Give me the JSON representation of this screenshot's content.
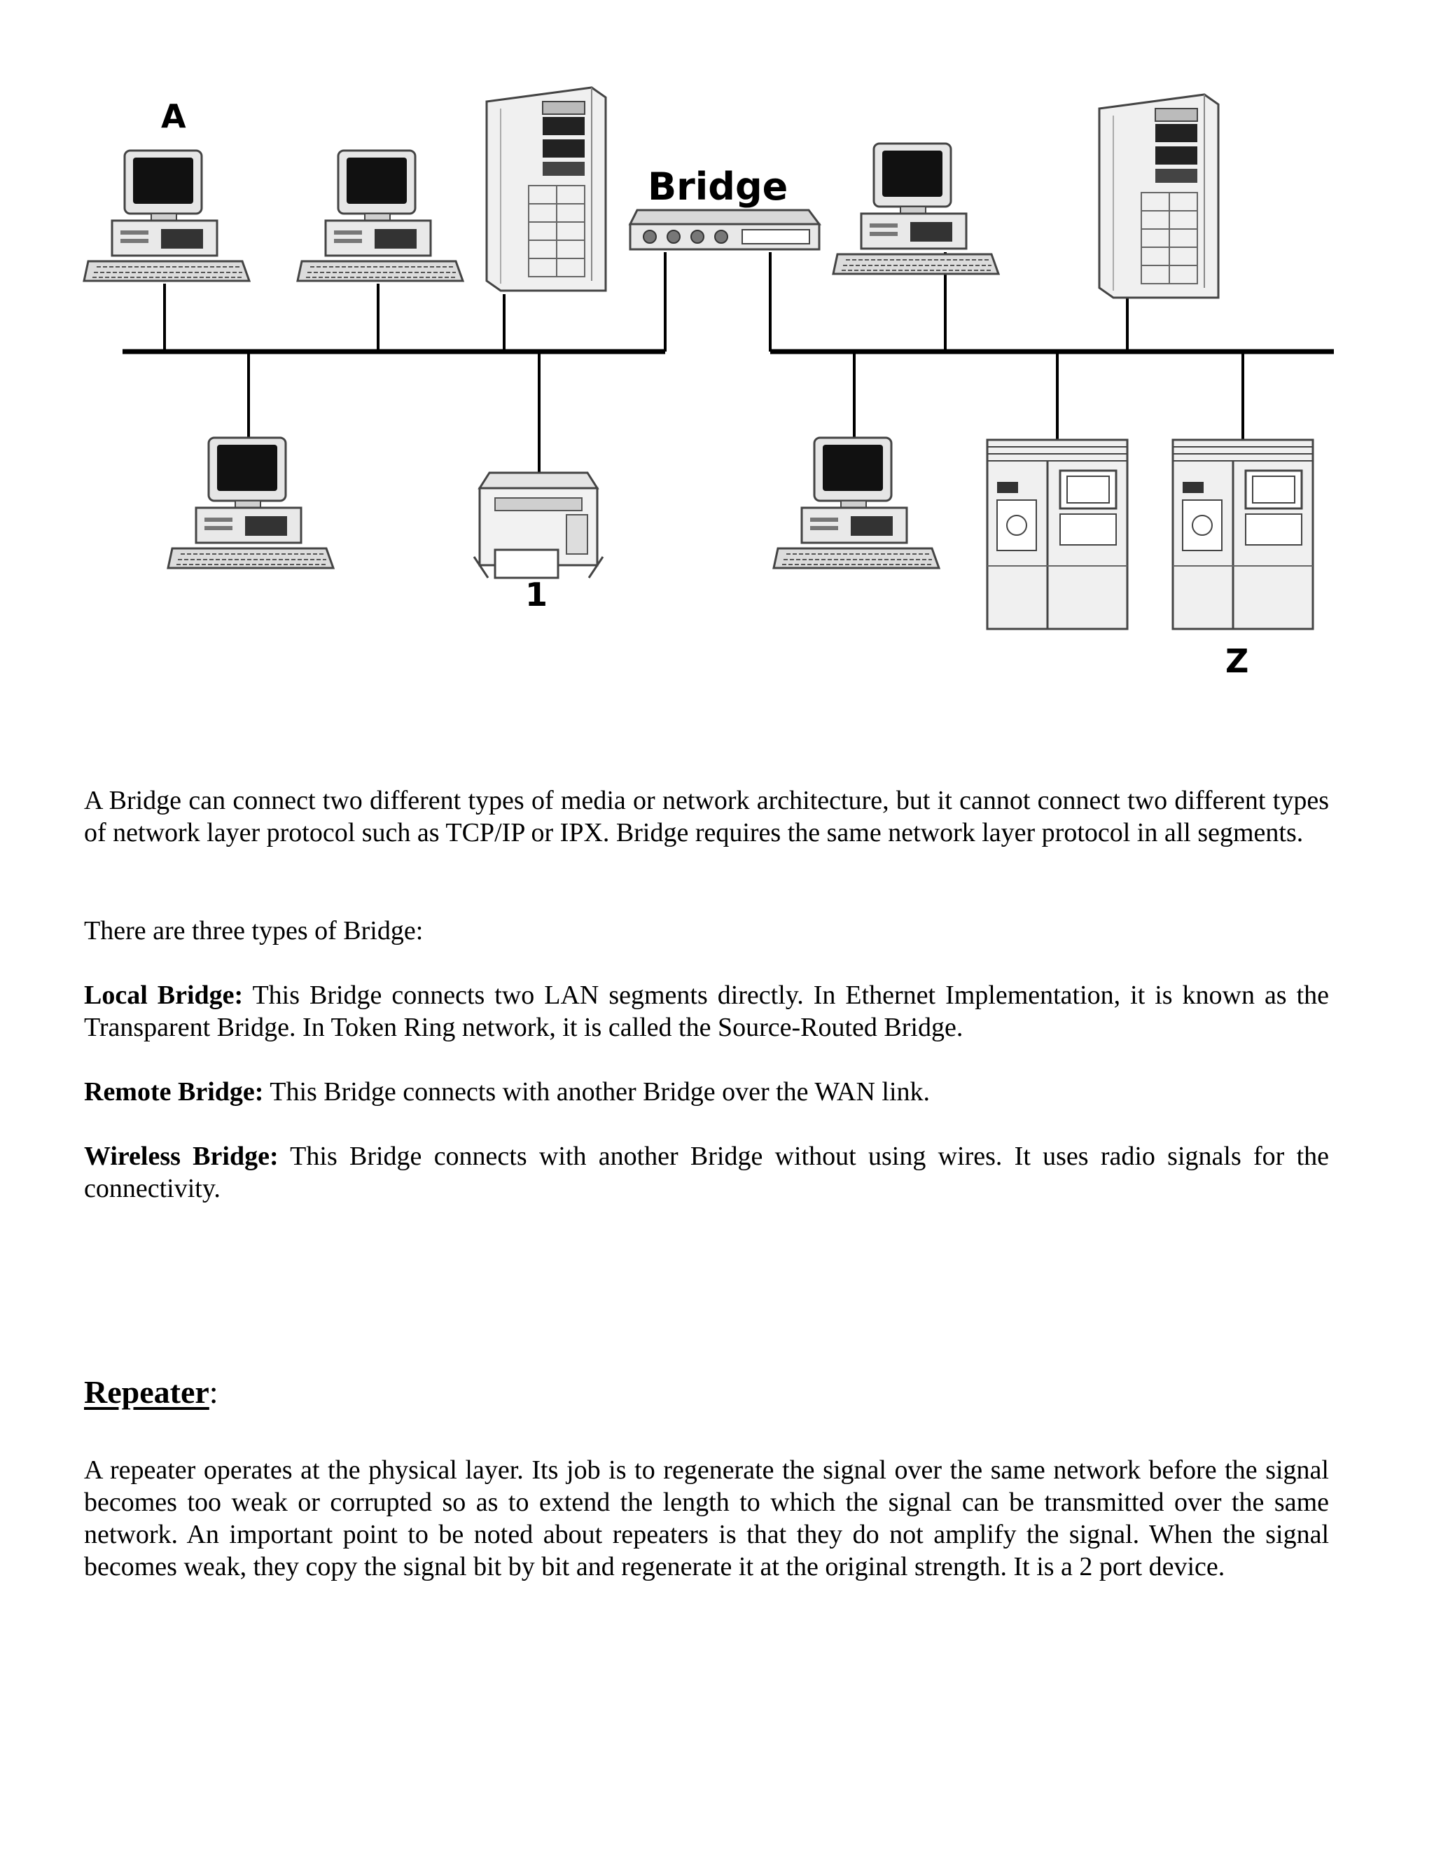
{
  "diagram": {
    "label_a": "A",
    "label_bridge": "Bridge",
    "label_1": "1",
    "label_z": "Z",
    "icons": [
      "computer-icon",
      "server-tower-icon",
      "bridge-device-icon",
      "printer-icon",
      "mainframe-icon"
    ]
  },
  "paragraphs": {
    "intro": "A Bridge can connect two different types of media or network architecture, but it cannot connect two different types of network layer protocol such as TCP/IP or IPX. Bridge requires the same network layer protocol in all segments.",
    "types_intro": "There are three types of Bridge:",
    "local_term": "Local Bridge:",
    "local_text": " This Bridge connects two LAN segments directly. In Ethernet Implementation, it is known as the Transparent Bridge. In Token Ring network, it is called the Source-Routed Bridge.",
    "remote_term": "Remote Bridge:",
    "remote_text": " This Bridge connects with another Bridge over the WAN link.",
    "wireless_term": "Wireless Bridge:",
    "wireless_text": " This Bridge connects with another Bridge without using wires. It uses radio signals for the connectivity."
  },
  "repeater": {
    "heading": "Repeater",
    "heading_suffix": ":",
    "text": "A repeater operates at the physical layer. Its job is to regenerate the signal over the same network before the signal becomes too weak or corrupted so as to extend the length to which the signal can be transmitted over the same network. An important point to be noted about repeaters is that they do not amplify the signal. When the signal becomes weak, they copy the signal bit by bit and regenerate it at the original strength. It is a 2 port device."
  }
}
